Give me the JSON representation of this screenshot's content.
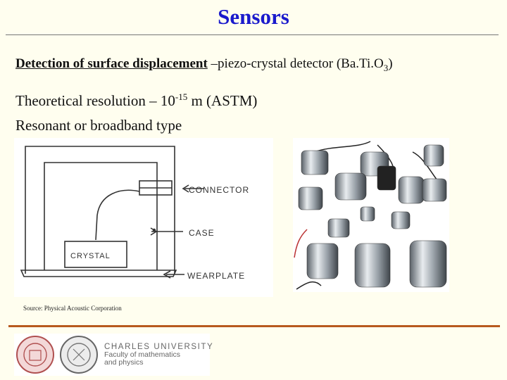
{
  "slide": {
    "title": "Sensors",
    "line1": {
      "strong": "Detection of surface displacement",
      "rest_before_sub": " –piezo-crystal detector (Ba.Ti.O",
      "sub": "3",
      "rest_after_sub": ")"
    },
    "line2": {
      "before_sup": "Theoretical resolution – 10",
      "sup": "-15",
      "after_sup": " m (ASTM)"
    },
    "line3": "Resonant or broadband type"
  },
  "diagram": {
    "labels": {
      "connector": "CONNECTOR",
      "case": "CASE",
      "wearplate": "WEARPLATE",
      "crystal": "CRYSTAL"
    }
  },
  "source": "Source: Physical Acoustic Corporation",
  "footer": {
    "university": "CHARLES UNIVERSITY",
    "faculty_line1": "Faculty of mathematics",
    "faculty_line2": "and physics"
  },
  "colors": {
    "title": "#1a1acc",
    "rule": "#b85a1e",
    "background": "#fffeef"
  }
}
